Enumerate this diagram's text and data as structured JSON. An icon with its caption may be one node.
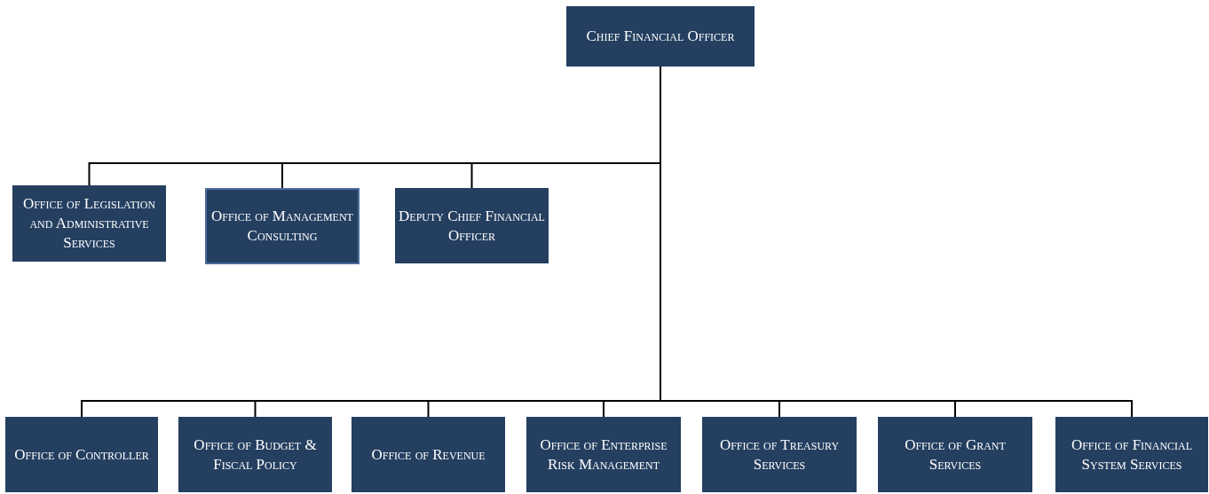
{
  "diagram": {
    "nodes": [
      {
        "text": [
          "Chief Financial Officer"
        ]
      },
      {
        "text": [
          "Office of Legislation and Administrative Services"
        ]
      },
      {
        "text": [
          "Office of Management Consulting"
        ]
      },
      {
        "text": [
          "Deputy Chief Financial Officer"
        ]
      },
      {
        "text": [
          "Office of Controller"
        ]
      },
      {
        "text": [
          "Office of Budget & Fiscal Policy"
        ]
      },
      {
        "text": [
          "Office of Revenue"
        ]
      },
      {
        "text": [
          "Office of Enterprise Risk Management"
        ]
      },
      {
        "text": [
          "Office of Treasury Services"
        ]
      },
      {
        "text": [
          "Office of Grant Services"
        ]
      },
      {
        "text": [
          "Office of Financial System Services"
        ]
      }
    ],
    "edges": [
      {
        "from": 0,
        "to": 1,
        "arrow": "none"
      },
      {
        "from": 0,
        "to": 2,
        "arrow": "none"
      },
      {
        "from": 0,
        "to": 3,
        "arrow": "none"
      },
      {
        "from": 0,
        "to": 4,
        "arrow": "none"
      },
      {
        "from": 0,
        "to": 5,
        "arrow": "none"
      },
      {
        "from": 0,
        "to": 6,
        "arrow": "none"
      },
      {
        "from": 0,
        "to": 7,
        "arrow": "none"
      },
      {
        "from": 0,
        "to": 8,
        "arrow": "none"
      },
      {
        "from": 0,
        "to": 9,
        "arrow": "none"
      },
      {
        "from": 0,
        "to": 10,
        "arrow": "none"
      }
    ]
  }
}
